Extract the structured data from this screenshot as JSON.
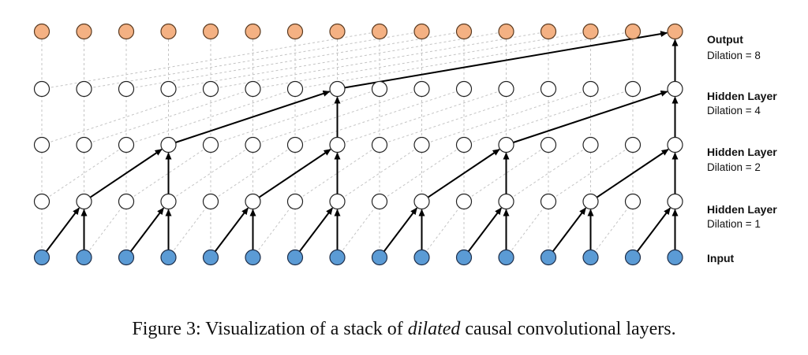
{
  "layers": [
    {
      "id": "input",
      "title": "Input",
      "subtitle": "",
      "fill": "#5b9bd5",
      "stroke": "#1f2f4a"
    },
    {
      "id": "hidden1",
      "title": "Hidden Layer",
      "subtitle": "Dilation = 1",
      "fill": "#ffffff",
      "stroke": "#222222"
    },
    {
      "id": "hidden2",
      "title": "Hidden Layer",
      "subtitle": "Dilation = 2",
      "fill": "#ffffff",
      "stroke": "#222222"
    },
    {
      "id": "hidden3",
      "title": "Hidden Layer",
      "subtitle": "Dilation = 4",
      "fill": "#ffffff",
      "stroke": "#222222"
    },
    {
      "id": "output",
      "title": "Output",
      "subtitle": "Dilation = 8",
      "fill": "#f4b183",
      "stroke": "#5a3a20"
    }
  ],
  "nodes_per_layer": 16,
  "dilations": [
    1,
    2,
    4,
    8
  ],
  "colors": {
    "arrow": "#000000",
    "faint": "#c4c4c4"
  },
  "caption": {
    "prefix": "Figure 3: Visualization of a stack of ",
    "emphasis": "dilated",
    "suffix": " causal convolutional layers."
  }
}
